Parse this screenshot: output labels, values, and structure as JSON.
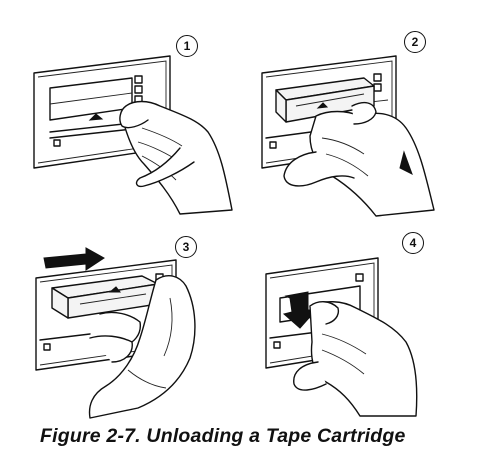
{
  "figure": {
    "caption": "Figure 2-7. Unloading a Tape Cartridge",
    "steps": [
      {
        "number": "1"
      },
      {
        "number": "2"
      },
      {
        "number": "3"
      },
      {
        "number": "4"
      }
    ]
  }
}
